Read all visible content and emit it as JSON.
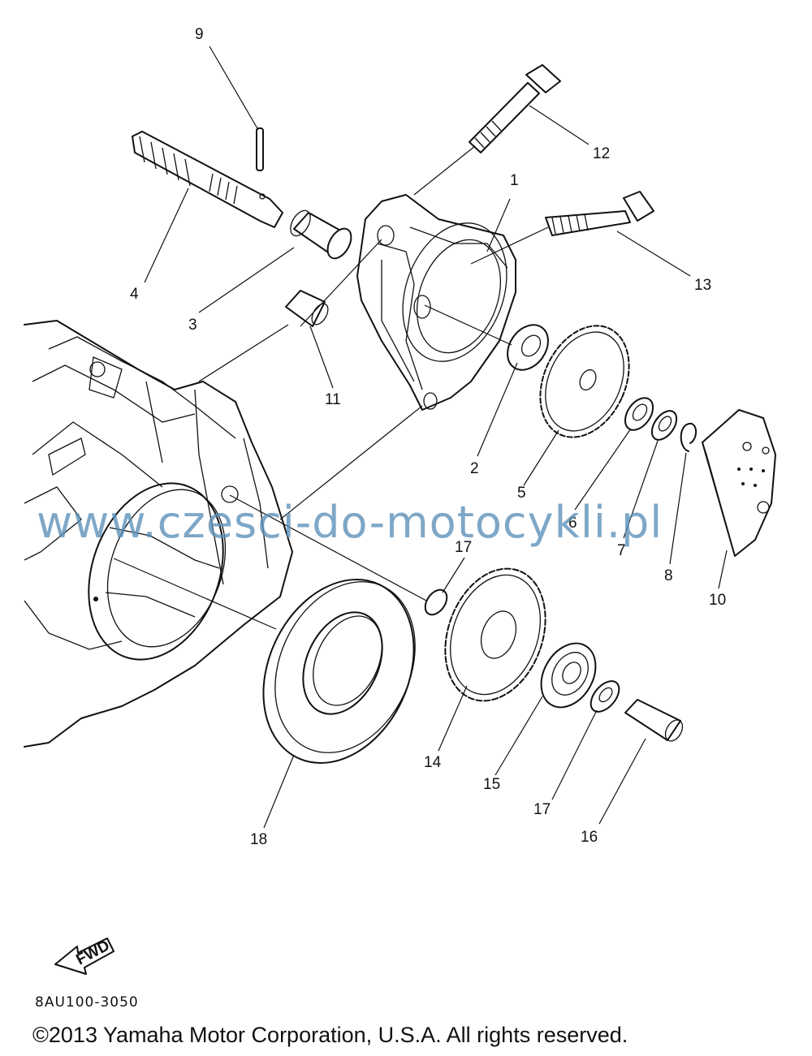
{
  "labels": {
    "p1": "1",
    "p2": "2",
    "p3": "3",
    "p4": "4",
    "p5": "5",
    "p6": "6",
    "p7": "7",
    "p8": "8",
    "p9": "9",
    "p10": "10",
    "p11": "11",
    "p12": "12",
    "p13": "13",
    "p14": "14",
    "p15": "15",
    "p16": "16",
    "p17a": "17",
    "p17b": "17",
    "p18": "18"
  },
  "fwd_label": "FWD",
  "diagram_code": "8AU100-3050",
  "watermark": "www.czesci-do-motocykli.pl",
  "copyright": "©2013 Yamaha Motor Corporation, U.S.A. All rights reserved."
}
